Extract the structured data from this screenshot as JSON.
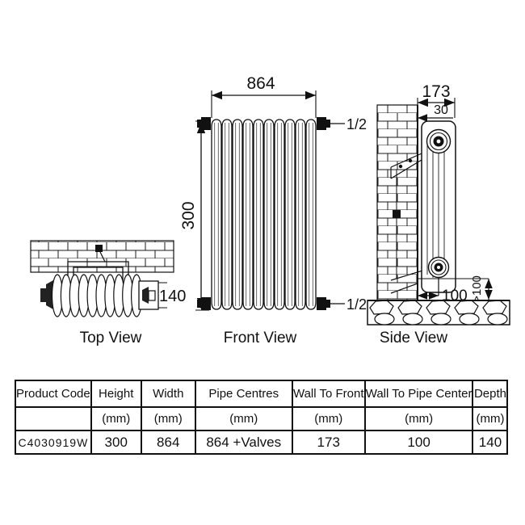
{
  "views": {
    "top": {
      "label": "Top View",
      "dims": {
        "depth": "140"
      }
    },
    "front": {
      "label": "Front View",
      "dims": {
        "width": "864",
        "height": "300",
        "top_connection": "1/2",
        "bottom_connection": "1/2"
      }
    },
    "side": {
      "label": "Side View",
      "dims": {
        "wall_to_front": "173",
        "wall_gap": "30",
        "wall_to_pipe_center": "100",
        "floor_clearance": ">100"
      }
    }
  },
  "table": {
    "headers": [
      "Product Code",
      "Height",
      "Width",
      "Pipe Centres",
      "Wall To Front",
      "Wall To Pipe Center",
      "Depth"
    ],
    "units": [
      "",
      "(mm)",
      "(mm)",
      "(mm)",
      "(mm)",
      "(mm)",
      "(mm)"
    ],
    "row": [
      "C4030919W",
      "300",
      "864",
      "864 +Valves",
      "173",
      "100",
      "140"
    ]
  }
}
